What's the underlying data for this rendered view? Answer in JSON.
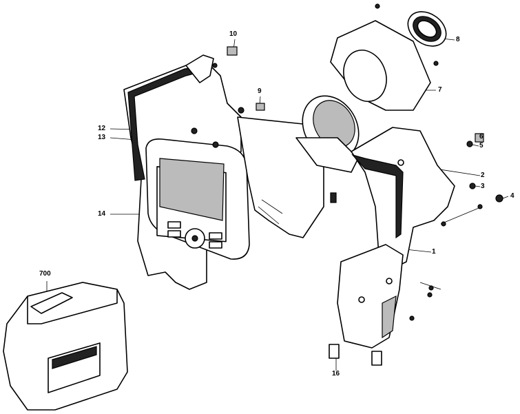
{
  "diagram": {
    "type": "exploded-parts-view",
    "callouts": {
      "c1": "1",
      "c2": "2",
      "c3": "3",
      "c4": "4",
      "c5": "5",
      "c6": "6",
      "c7": "7",
      "c8": "8",
      "c9": "9",
      "c10": "10",
      "c12": "12",
      "c13": "13",
      "c14": "14",
      "c16": "16",
      "c700": "700"
    }
  }
}
